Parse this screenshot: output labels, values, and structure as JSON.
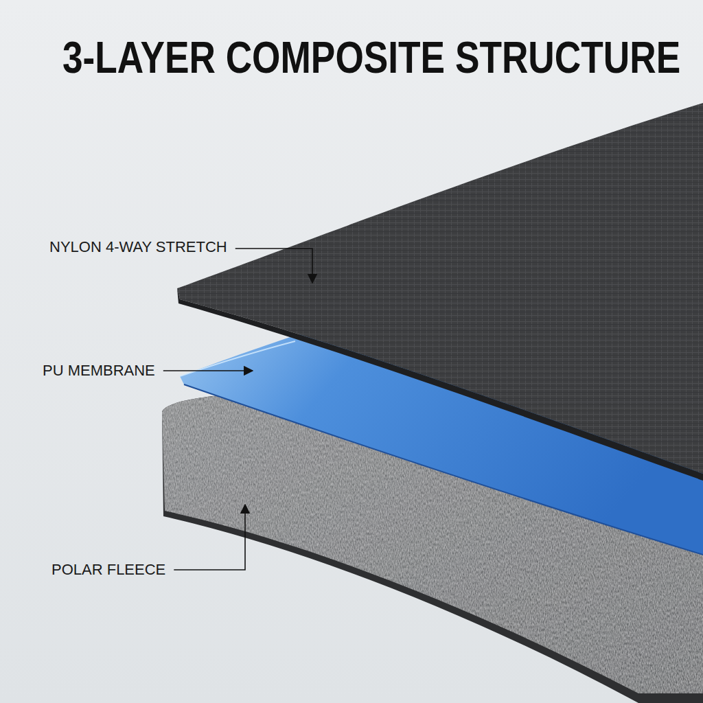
{
  "diagram": {
    "title": "3-LAYER COMPOSITE STRUCTURE",
    "labels": [
      "NYLON 4-WAY STRETCH",
      "PU MEMBRANE",
      "POLAR FLEECE"
    ]
  }
}
